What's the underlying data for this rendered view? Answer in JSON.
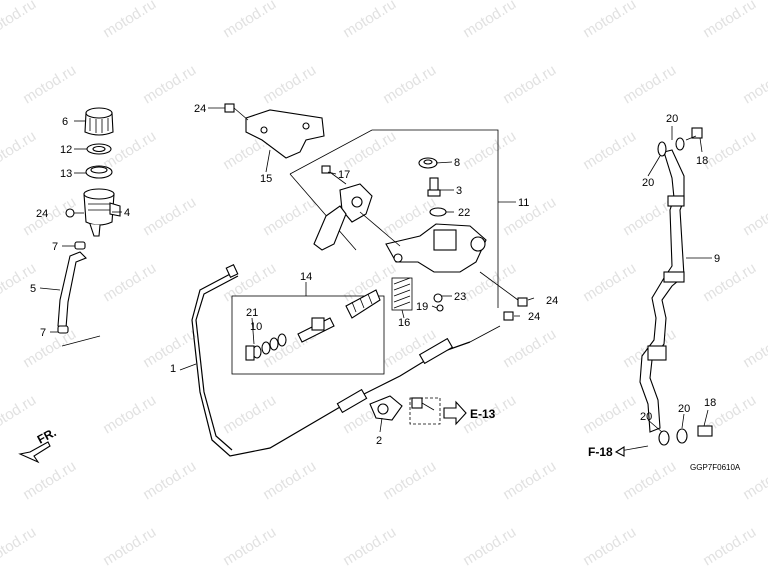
{
  "watermark": "motod.ru",
  "diagram_code": "GGP7F0610A",
  "direction_label": "FR.",
  "callouts": {
    "p1": "1",
    "p2": "2",
    "p4": "4",
    "p5": "5",
    "p6": "6",
    "p7a": "7",
    "p7b": "7",
    "p8": "8",
    "p9": "9",
    "p10": "10",
    "p11": "11",
    "p12": "12",
    "p13": "13",
    "p14": "14",
    "p15": "15",
    "p16": "16",
    "p17": "17",
    "p18a": "18",
    "p18b": "18",
    "p19": "19",
    "p20a": "20",
    "p20b": "20",
    "p20c": "20",
    "p20d": "20",
    "p21": "21",
    "p22": "22",
    "p23": "23",
    "p24a": "24",
    "p24b": "24",
    "p24c": "24",
    "p24d": "24",
    "p3": "3"
  },
  "refs": {
    "e13": "E-13",
    "f18": "F-18"
  }
}
